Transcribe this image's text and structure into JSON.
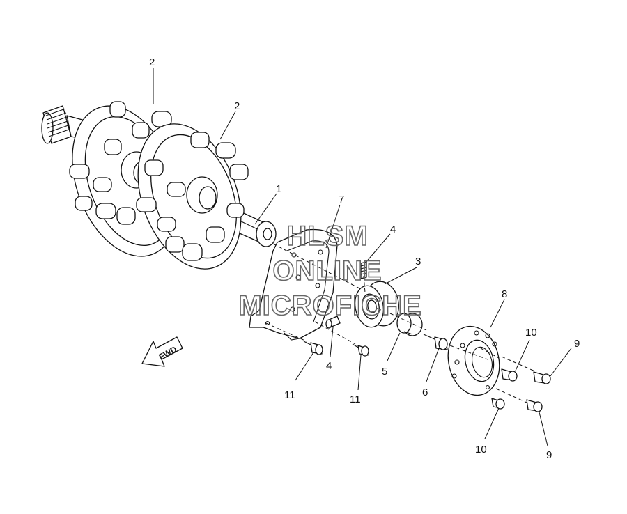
{
  "callouts": {
    "c1": "1",
    "c2a": "2",
    "c2b": "2",
    "c3": "3",
    "c4a": "4",
    "c4b": "4",
    "c5": "5",
    "c6": "6",
    "c7": "7",
    "c8": "8",
    "c9a": "9",
    "c9b": "9",
    "c10a": "10",
    "c10b": "10",
    "c11a": "11",
    "c11b": "11"
  },
  "watermark": {
    "line1": "HLSM",
    "line2": "ONLINE",
    "line3": "MICROFICHE"
  },
  "direction_arrow": {
    "label": "FWD"
  }
}
